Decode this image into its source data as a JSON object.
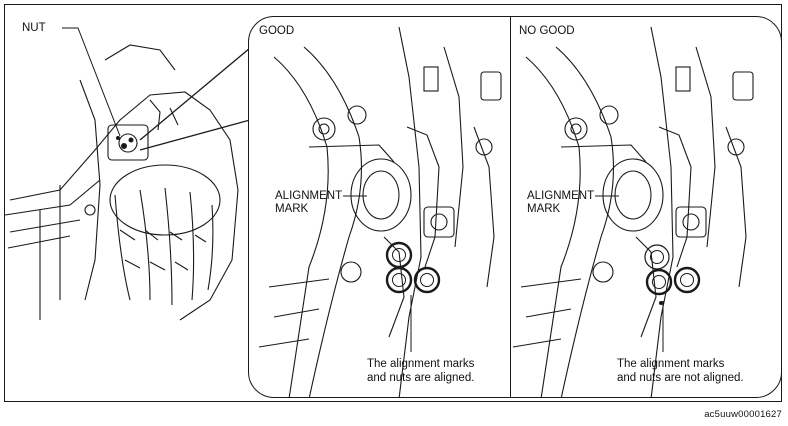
{
  "labels": {
    "nut": "NUT",
    "good": "GOOD",
    "no_good": "NO GOOD",
    "alignment_mark_line1": "ALIGNMENT",
    "alignment_mark_line2": "MARK"
  },
  "captions": {
    "good_line1": "The alignment marks",
    "good_line2": "and nuts are aligned.",
    "no_good_line1": "The alignment marks",
    "no_good_line2": "and nuts are not aligned."
  },
  "document_id": "ac5uuw00001627",
  "colors": {
    "line": "#1a1a1a",
    "background": "#ffffff"
  }
}
